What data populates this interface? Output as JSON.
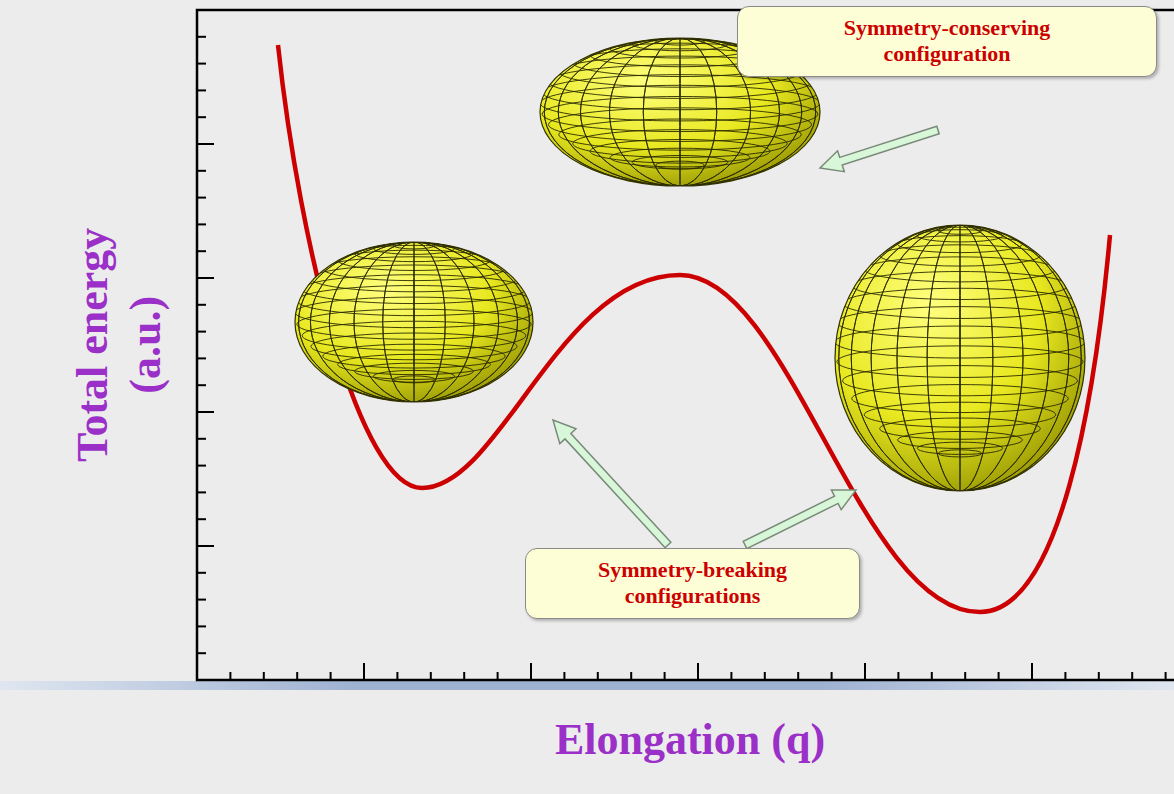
{
  "diagram": {
    "nodes": [
      {
        "text": [
          "Symmetry-conserving configuration"
        ]
      },
      {
        "text": [
          "Symmetry-breaking configurations"
        ]
      }
    ],
    "labels": [
      "Total energy (a.u.)",
      "Elongation (q)"
    ]
  }
}
